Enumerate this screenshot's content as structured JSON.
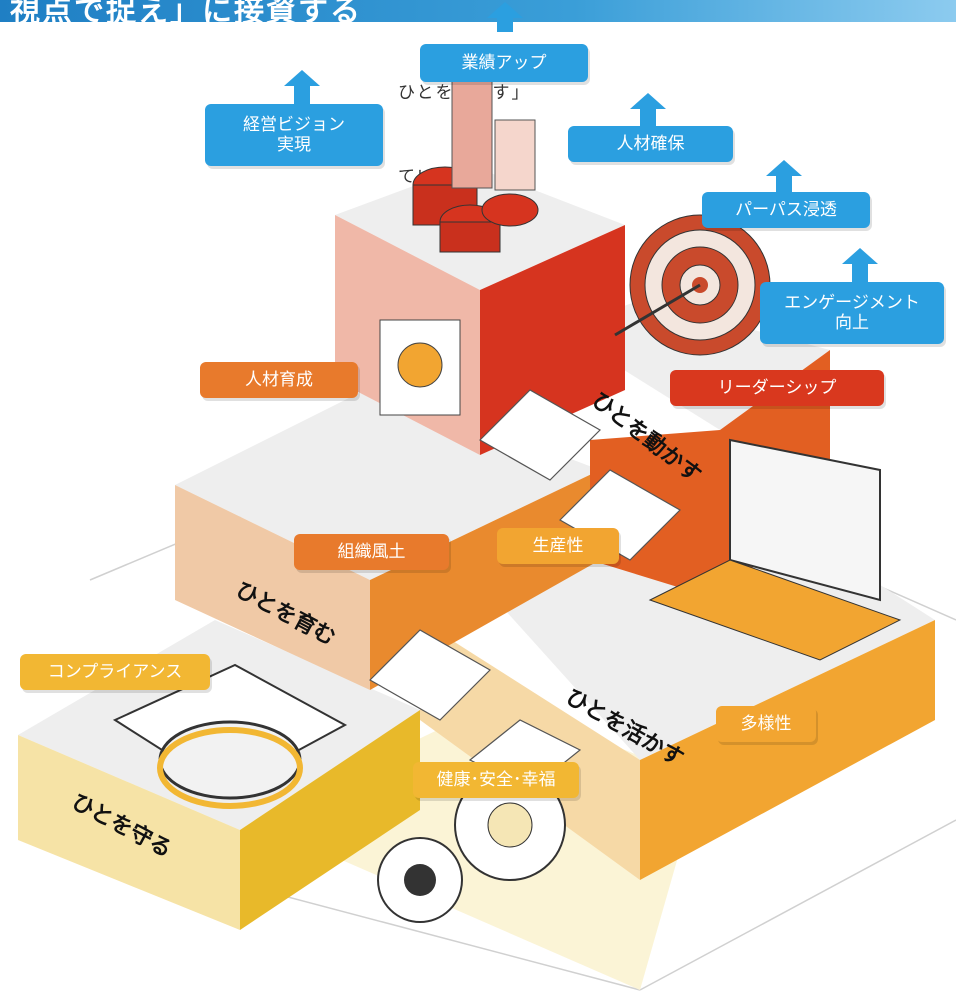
{
  "banner": {
    "title": "視点で捉え」に接資する"
  },
  "intro": {
    "line1": "ひとを動かす」",
    "line2": "ていきます。"
  },
  "goals": {
    "performance": "業績アップ",
    "vision_line1": "経営ビジョン",
    "vision_line2": "実現",
    "talent_acquisition": "人材確保",
    "purpose": "パーパス浸透",
    "engagement_line1": "エンゲージメント",
    "engagement_line2": "向上"
  },
  "themes": {
    "development": "人材育成",
    "leadership": "リーダーシップ",
    "culture": "組織風土",
    "productivity": "生産性",
    "diversity": "多様性",
    "compliance": "コンプライアンス",
    "wellbeing": "健康･安全･幸福"
  },
  "steps": {
    "move": "ひとを動かす",
    "grow": "ひとを育む",
    "utilize": "ひとを活かす",
    "protect": "ひとを守る"
  },
  "colors": {
    "accent_blue": "#2b9fe0",
    "orange": "#e87a2c",
    "red": "#d9381e",
    "yellow": "#f2b733"
  }
}
